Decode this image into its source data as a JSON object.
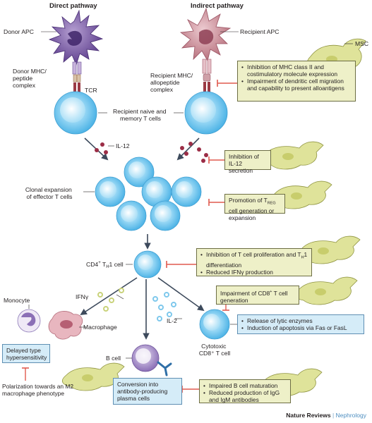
{
  "headers": {
    "direct": "Direct pathway",
    "indirect": "Indirect pathway"
  },
  "labels": {
    "donor_apc": "Donor APC",
    "recipient_apc": "Recipient APC",
    "donor_mhc": [
      "Donor MHC/",
      "peptide",
      "complex"
    ],
    "tcr": "TCR",
    "recipient_mhc": [
      "Recipient MHC/",
      "allopeptide",
      "complex"
    ],
    "msc": "MSC",
    "naive_t": [
      "Recipient naive and",
      "memory T cells"
    ],
    "il12": "IL-12",
    "clonal": [
      "Clonal expansion",
      "of effector T cells"
    ],
    "cd4_main": "CD4",
    "cd4_sup": "+",
    "cd4_mid": " T",
    "cd4_sub": "H",
    "cd4_end": "1 cell",
    "ifn": "IFNγ",
    "monocyte": "Monocyte",
    "macrophage": "Macrophage",
    "il2": "IL-2",
    "cytotoxic": [
      "Cytotoxic",
      "CD8⁺ T cell"
    ],
    "b_cell": "B cell"
  },
  "boxes": {
    "mhc_inhibition": [
      "Inhibition of MHC class II and costimulatory molecule expression",
      "Impairment of dendritic cell migration and capability to present alloantigens"
    ],
    "il12_inhibition": "Inhibition of IL-12 secretion",
    "treg_pre": "Promotion of T",
    "treg_sub": "REG",
    "treg_post": " cell generation or expansion",
    "th1_inhibition_a_pre": "Inhibition of T cell proliferation and T",
    "th1_inhibition_a_sub": "H",
    "th1_inhibition_a_post": "1 differentiation",
    "th1_inhibition_b": "Reduced IFNγ production",
    "cd8_impair_pre": "Impairment of CD8",
    "cd8_impair_sup": "+",
    "cd8_impair_post": " T cell generation",
    "cd8_effects": [
      "Release of lytic enzymes",
      "Induction of apoptosis via Fas or FasL"
    ],
    "dth": "Delayed type hypersensitivity",
    "m2": "Polarization towards an M2 macrophage phenotype",
    "plasma": "Conversion into antibody-producing plasma cells",
    "bcell_effects": [
      "Impaired B cell maturation",
      "Reduced production of IgG and IgM antibodies"
    ]
  },
  "footer": {
    "journal": "Nature Reviews",
    "separator": " | ",
    "section": "Nephrology"
  },
  "colors": {
    "t_cell": "#6cc4ee",
    "t_cell_core": "#b9e4f8",
    "donor_apc": "#7b5aa6",
    "recipient_apc": "#c98a97",
    "msc": "#dfe39a",
    "inhibit": "#e05a4e",
    "cytokine_red": "#9b2d46",
    "cytokine_green": "#c9d27a",
    "cytokine_blue": "#7ec8ec"
  }
}
